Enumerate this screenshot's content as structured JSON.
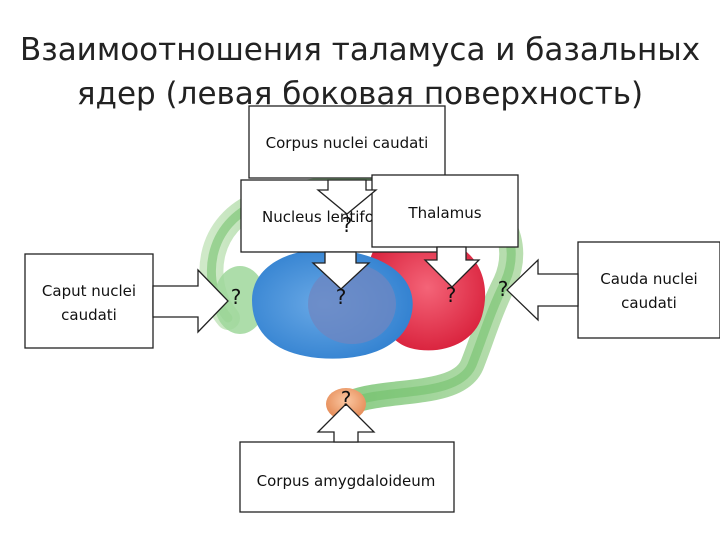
{
  "title": {
    "line1": "Взаимоотношения таламуса и базальных",
    "line2": "ядер (левая боковая поверхность)"
  },
  "labels": {
    "corpus_nuclei_caudati": "Corpus nuclei caudati",
    "nucleus_lentiformis": "Nucleus lentiformis",
    "thalamus": "Thalamus",
    "caput_line1": "Caput nuclei",
    "caput_line2": "caudati",
    "cauda_line1": "Cauda nuclei",
    "cauda_line2": "caudati",
    "corpus_amygdaloideum": "Corpus amygdaloideum"
  },
  "marker": "?",
  "colors": {
    "caudate": "#7cc47a",
    "lentiform": "#3d8fd6",
    "thalamus": "#e8334a",
    "amygdala": "#f0a070"
  }
}
